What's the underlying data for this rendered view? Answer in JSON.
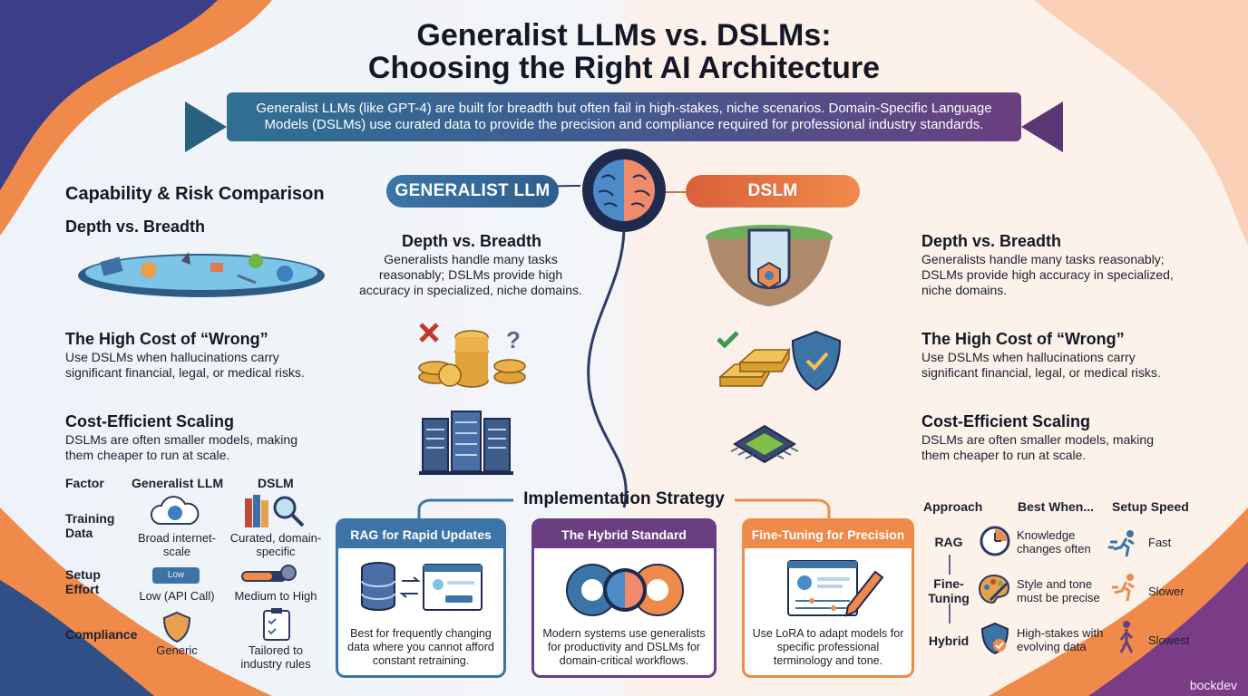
{
  "title_line1": "Generalist LLMs vs. DSLMs:",
  "title_line2": "Choosing the Right AI Architecture",
  "banner": "Generalist LLMs (like GPT-4) are built for breadth but often fail in high-stakes, niche scenarios. Domain-Specific Language Models (DSLMs) use curated data to provide the precision and compliance required for professional industry standards.",
  "left": {
    "heading": "Capability & Risk Comparison",
    "depth_title": "Depth vs. Breadth",
    "cost_title": "The High Cost of “Wrong”",
    "cost_body": "Use DSLMs when hallucinations carry significant financial, legal, or medical risks.",
    "scale_title": "Cost-Efficient Scaling",
    "scale_body": "DSLMs are often smaller models, making them cheaper to run at scale."
  },
  "pills": {
    "generalist": "GENERALIST LLM",
    "dslm": "DSLM"
  },
  "center_left": {
    "depth_title": "Depth vs. Breadth",
    "depth_body": "Generalists handle many tasks reasonably; DSLMs provide high accuracy in specialized, niche domains."
  },
  "right": {
    "depth_title": "Depth vs. Breadth",
    "depth_body": "Generalists handle many tasks reasonably; DSLMs provide high accuracy in specialized, niche domains.",
    "cost_title": "The High Cost of “Wrong”",
    "cost_body": "Use DSLMs when hallucinations carry significant financial, legal, or medical risks.",
    "scale_title": "Cost-Efficient Scaling",
    "scale_body": "DSLMs are often smaller models, making them cheaper to run at scale."
  },
  "factor_table": {
    "headers": [
      "Factor",
      "Generalist LLM",
      "DSLM"
    ],
    "rows": [
      {
        "factor": "Training Data",
        "generalist": "Broad internet-scale",
        "dslm": "Curated, domain-specific"
      },
      {
        "factor": "Setup Effort",
        "generalist": "Low (API Call)",
        "dslm": "Medium to High",
        "badge": "Low"
      },
      {
        "factor": "Compliance",
        "generalist": "Generic",
        "dslm": "Tailored to industry rules"
      }
    ]
  },
  "implementation": {
    "title": "Implementation Strategy",
    "cards": [
      {
        "title": "RAG for Rapid Updates",
        "body": "Best for frequently changing data where you cannot afford constant retraining.",
        "color": "#3d74a6"
      },
      {
        "title": "The Hybrid Standard",
        "body": "Modern systems use generalists for productivity and DSLMs for domain-critical workflows.",
        "color": "#6a3f82"
      },
      {
        "title": "Fine-Tuning for Precision",
        "body": "Use LoRA to adapt models for specific professional terminology and tone.",
        "color": "#ee8a4a"
      }
    ]
  },
  "approach_table": {
    "headers": [
      "Approach",
      "Best When...",
      "Setup Speed"
    ],
    "rows": [
      {
        "approach": "RAG",
        "best": "Knowledge changes often",
        "speed": "Fast"
      },
      {
        "approach": "Fine-Tuning",
        "best": "Style and tone must be precise",
        "speed": "Slower"
      },
      {
        "approach": "Hybrid",
        "best": "High-stakes with evolving data",
        "speed": "Slowest"
      }
    ]
  },
  "credit": "bockdev"
}
